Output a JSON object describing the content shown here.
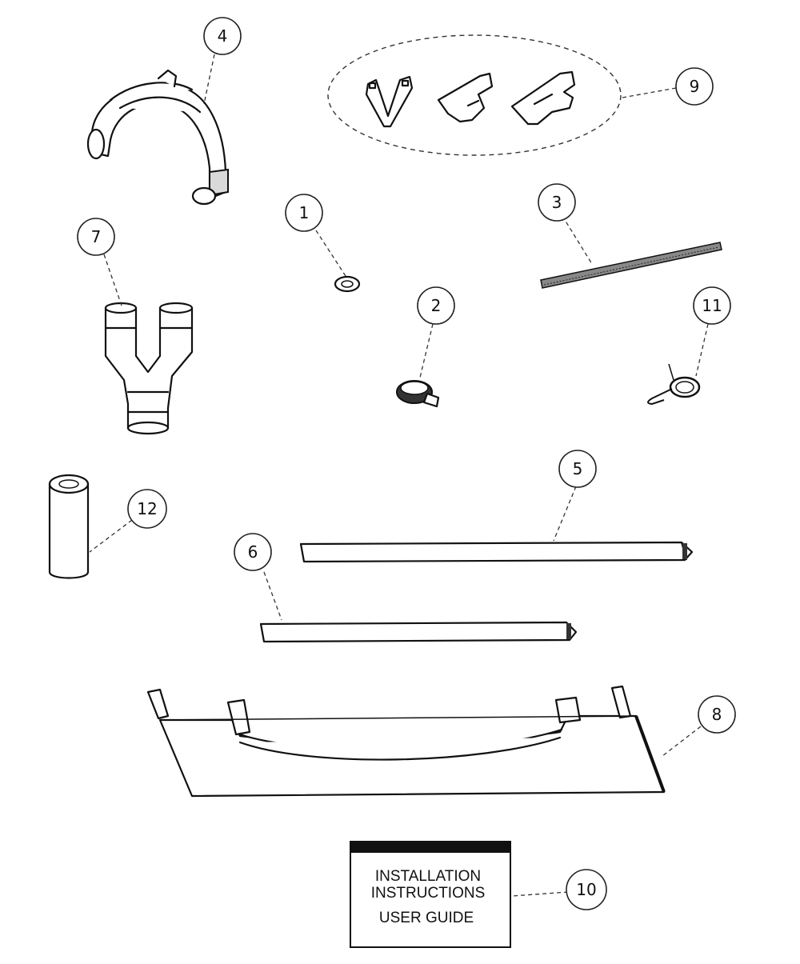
{
  "callouts": [
    {
      "id": "4",
      "label": "4"
    },
    {
      "id": "9",
      "label": "9"
    },
    {
      "id": "1",
      "label": "1"
    },
    {
      "id": "3",
      "label": "3"
    },
    {
      "id": "7",
      "label": "7"
    },
    {
      "id": "2",
      "label": "2"
    },
    {
      "id": "11",
      "label": "11"
    },
    {
      "id": "5",
      "label": "5"
    },
    {
      "id": "12",
      "label": "12"
    },
    {
      "id": "6",
      "label": "6"
    },
    {
      "id": "8",
      "label": "8"
    },
    {
      "id": "10",
      "label": "10"
    }
  ],
  "booklet": {
    "line1": "INSTALLATION",
    "line2": "INSTRUCTIONS",
    "line3": "USER GUIDE"
  }
}
